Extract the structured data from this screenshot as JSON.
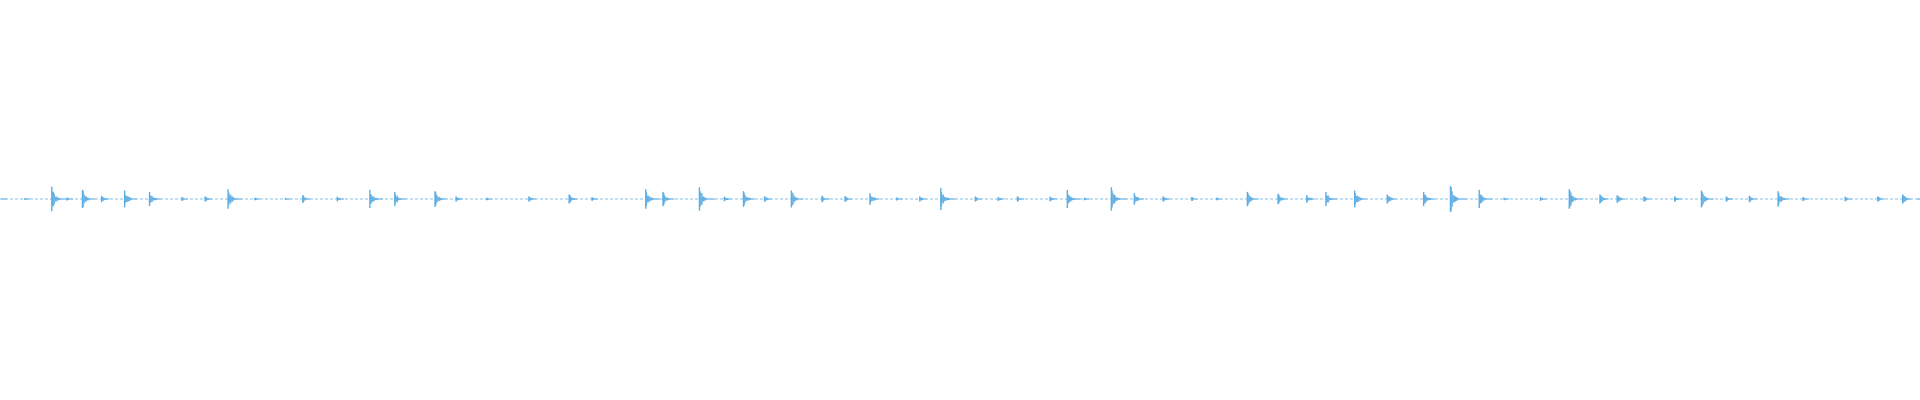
{
  "waveform": {
    "color": "#5dade2",
    "background": "#ffffff",
    "max_amplitude": 1.0,
    "peaks_note": "",
    "bursts": [
      {
        "t": 0.0,
        "a": 0.05
      },
      {
        "t": 0.012,
        "a": 0.08
      },
      {
        "t": 0.026,
        "a": 0.95
      },
      {
        "t": 0.034,
        "a": 0.12
      },
      {
        "t": 0.042,
        "a": 0.7
      },
      {
        "t": 0.052,
        "a": 0.25
      },
      {
        "t": 0.064,
        "a": 0.65
      },
      {
        "t": 0.077,
        "a": 0.55
      },
      {
        "t": 0.094,
        "a": 0.15
      },
      {
        "t": 0.106,
        "a": 0.2
      },
      {
        "t": 0.118,
        "a": 0.75
      },
      {
        "t": 0.132,
        "a": 0.1
      },
      {
        "t": 0.148,
        "a": 0.08
      },
      {
        "t": 0.157,
        "a": 0.3
      },
      {
        "t": 0.175,
        "a": 0.18
      },
      {
        "t": 0.192,
        "a": 0.7
      },
      {
        "t": 0.205,
        "a": 0.55
      },
      {
        "t": 0.226,
        "a": 0.6
      },
      {
        "t": 0.237,
        "a": 0.2
      },
      {
        "t": 0.253,
        "a": 0.1
      },
      {
        "t": 0.275,
        "a": 0.2
      },
      {
        "t": 0.296,
        "a": 0.35
      },
      {
        "t": 0.308,
        "a": 0.15
      },
      {
        "t": 0.336,
        "a": 0.75
      },
      {
        "t": 0.345,
        "a": 0.55
      },
      {
        "t": 0.364,
        "a": 0.9
      },
      {
        "t": 0.377,
        "a": 0.18
      },
      {
        "t": 0.387,
        "a": 0.6
      },
      {
        "t": 0.398,
        "a": 0.2
      },
      {
        "t": 0.412,
        "a": 0.65
      },
      {
        "t": 0.428,
        "a": 0.25
      },
      {
        "t": 0.44,
        "a": 0.22
      },
      {
        "t": 0.453,
        "a": 0.45
      },
      {
        "t": 0.467,
        "a": 0.12
      },
      {
        "t": 0.479,
        "a": 0.2
      },
      {
        "t": 0.49,
        "a": 0.85
      },
      {
        "t": 0.508,
        "a": 0.2
      },
      {
        "t": 0.52,
        "a": 0.15
      },
      {
        "t": 0.53,
        "a": 0.2
      },
      {
        "t": 0.547,
        "a": 0.18
      },
      {
        "t": 0.556,
        "a": 0.7
      },
      {
        "t": 0.565,
        "a": 0.1
      },
      {
        "t": 0.579,
        "a": 0.9
      },
      {
        "t": 0.591,
        "a": 0.45
      },
      {
        "t": 0.606,
        "a": 0.2
      },
      {
        "t": 0.621,
        "a": 0.15
      },
      {
        "t": 0.634,
        "a": 0.1
      },
      {
        "t": 0.65,
        "a": 0.55
      },
      {
        "t": 0.666,
        "a": 0.4
      },
      {
        "t": 0.681,
        "a": 0.3
      },
      {
        "t": 0.691,
        "a": 0.55
      },
      {
        "t": 0.706,
        "a": 0.65
      },
      {
        "t": 0.723,
        "a": 0.35
      },
      {
        "t": 0.742,
        "a": 0.55
      },
      {
        "t": 0.756,
        "a": 1.0
      },
      {
        "t": 0.771,
        "a": 0.7
      },
      {
        "t": 0.784,
        "a": 0.1
      },
      {
        "t": 0.803,
        "a": 0.15
      },
      {
        "t": 0.818,
        "a": 0.75
      },
      {
        "t": 0.834,
        "a": 0.35
      },
      {
        "t": 0.843,
        "a": 0.3
      },
      {
        "t": 0.857,
        "a": 0.2
      },
      {
        "t": 0.873,
        "a": 0.2
      },
      {
        "t": 0.887,
        "a": 0.65
      },
      {
        "t": 0.9,
        "a": 0.2
      },
      {
        "t": 0.912,
        "a": 0.25
      },
      {
        "t": 0.927,
        "a": 0.6
      },
      {
        "t": 0.94,
        "a": 0.15
      },
      {
        "t": 0.962,
        "a": 0.18
      },
      {
        "t": 0.979,
        "a": 0.2
      },
      {
        "t": 0.992,
        "a": 0.35
      },
      {
        "t": 1.0,
        "a": 0.05
      }
    ]
  }
}
